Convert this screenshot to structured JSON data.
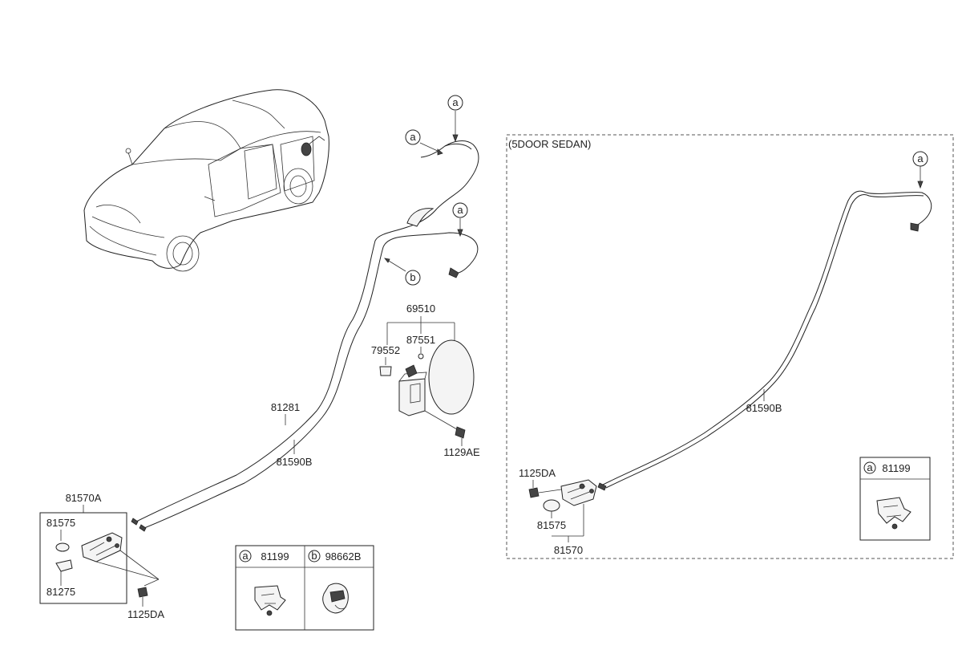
{
  "variant_label": "(5DOOR SEDAN)",
  "part_numbers": {
    "p81281": "81281",
    "p81590B_left": "81590B",
    "p81590B_right": "81590B",
    "p81570A": "81570A",
    "p81575_left": "81575",
    "p81275": "81275",
    "p1125DA_left": "1125DA",
    "p69510": "69510",
    "p79552": "79552",
    "p87551": "87551",
    "p1129AE": "1129AE",
    "p1125DA_right": "1125DA",
    "p81575_right": "81575",
    "p81570": "81570"
  },
  "callouts": {
    "a1": "a",
    "a2": "a",
    "a3": "a",
    "a4": "a",
    "b1": "b"
  },
  "legend_left": {
    "cells": [
      {
        "letter": "a",
        "part": "81199"
      },
      {
        "letter": "b",
        "part": "98662B"
      }
    ]
  },
  "legend_right": {
    "cells": [
      {
        "letter": "a",
        "part": "81199"
      }
    ]
  }
}
